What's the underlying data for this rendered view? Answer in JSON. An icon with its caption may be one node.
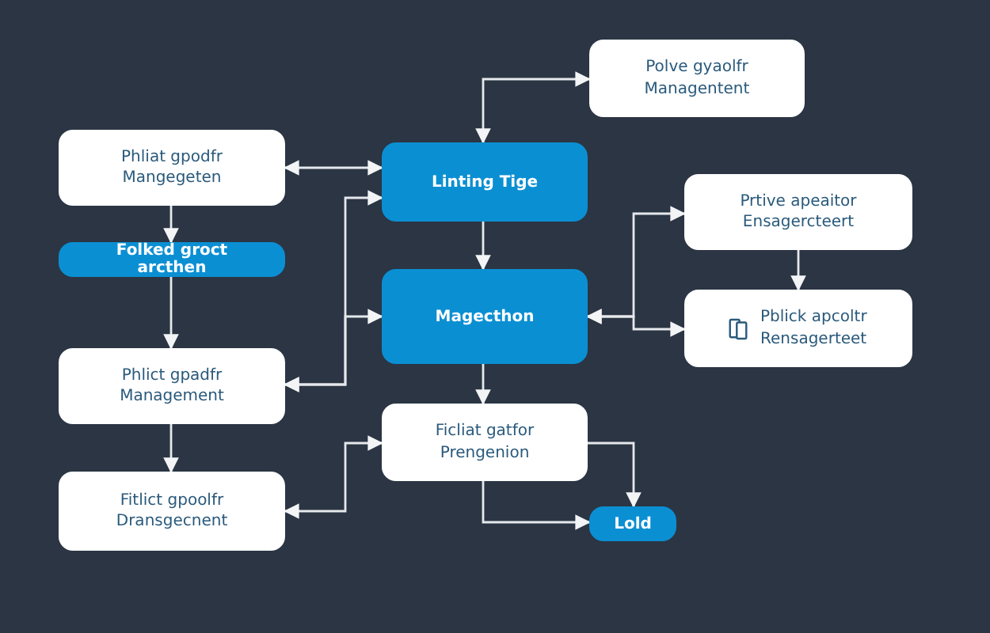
{
  "diagram": {
    "nodes": [
      {
        "text": [
          "Phliat gpodfr Mangegeten"
        ]
      },
      {
        "text": [
          "Folked groct arcthen"
        ]
      },
      {
        "text": [
          "Phlict gpadfr Management"
        ]
      },
      {
        "text": [
          "Fitlict gpoolfr Dransgecnent"
        ]
      },
      {
        "text": [
          "Linting Tige"
        ]
      },
      {
        "text": [
          "Magecthon"
        ]
      },
      {
        "text": [
          "Ficliat gatfor Prengenion"
        ]
      },
      {
        "text": [
          "Lold"
        ]
      },
      {
        "text": [
          "Polve gyaolfr Managentent"
        ]
      },
      {
        "text": [
          "Prtive apeaitor Ensagercteert"
        ]
      },
      {
        "text": [
          "Pblick apcoltr Rensagerteet"
        ]
      }
    ],
    "edges": [
      {
        "from": 0,
        "to": 4,
        "arrow": "both"
      },
      {
        "from": 0,
        "to": 1,
        "arrow": "to"
      },
      {
        "from": 1,
        "to": 2,
        "arrow": "to"
      },
      {
        "from": 2,
        "to": 3,
        "arrow": "to"
      },
      {
        "from": 2,
        "to": 4,
        "arrow": "both"
      },
      {
        "from": 2,
        "to": 5,
        "arrow": "both"
      },
      {
        "from": 8,
        "to": 4,
        "arrow": "both"
      },
      {
        "from": 4,
        "to": 5,
        "arrow": "to"
      },
      {
        "from": 5,
        "to": 6,
        "arrow": "to"
      },
      {
        "from": 3,
        "to": 6,
        "arrow": "both"
      },
      {
        "from": 6,
        "to": 7,
        "arrow": "to"
      },
      {
        "from": 6,
        "to": 7,
        "arrow": "to"
      },
      {
        "from": 9,
        "to": 10,
        "arrow": "to"
      },
      {
        "from": 5,
        "to": 9,
        "arrow": "both"
      },
      {
        "from": 5,
        "to": 10,
        "arrow": "both"
      }
    ]
  }
}
